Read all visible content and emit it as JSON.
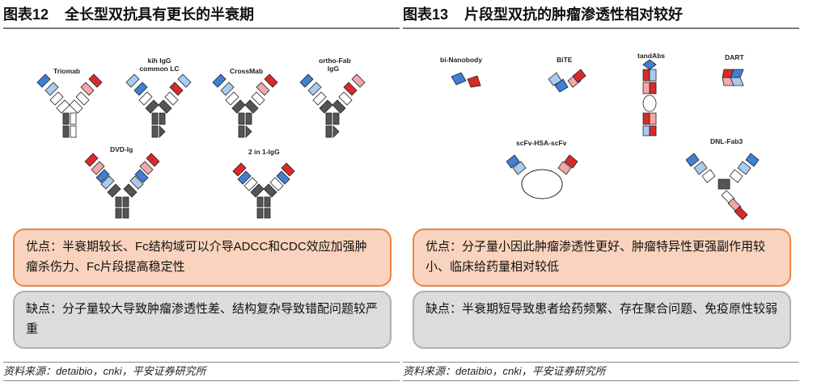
{
  "left": {
    "title_num": "图表12",
    "title_text": "全长型双抗具有更长的半衰期",
    "labels": {
      "triomab": "Triomab",
      "kih_line1": "kih IgG",
      "kih_line2": "common LC",
      "crossmab": "CrossMab",
      "orthofab_line1": "ortho-Fab",
      "orthofab_line2": "IgG",
      "dvdig": "DVD-Ig",
      "twoin1": "2 in 1-IgG"
    },
    "pros": "优点：半衰期较长、Fc结构域可以介导ADCC和CDC效应加强肿瘤杀伤力、Fc片段提高稳定性",
    "cons": "缺点：分子量较大导致肿瘤渗透性差、结构复杂导致错配问题较严重",
    "source": "资料来源：detaibio，cnki，平安证券研究所"
  },
  "right": {
    "title_num": "图表13",
    "title_text": "片段型双抗的肿瘤渗透性相对较好",
    "labels": {
      "binanobody": "bi-Nanobody",
      "bite": "BiTE",
      "tandabs": "tandAbs",
      "dart": "DART",
      "scfv_hsa": "scFv-HSA-scFv",
      "dnl_fab3": "DNL-Fab3"
    },
    "pros": "优点：分子量小因此肿瘤渗透性更好、肿瘤特异性更强副作用较小、临床给药量相对较低",
    "cons": "缺点：半衰期短导致患者给药频繁、存在聚合问题、免疫原性较弱",
    "source": "资料来源：detaibio，cnki，平安证券研究所"
  },
  "colors": {
    "blue": "#3f7fd4",
    "light_blue": "#a8cbef",
    "red": "#d92a2a",
    "pink": "#f2a8aa",
    "gray": "#555555",
    "pros_fill": "#f9d3bd",
    "pros_border": "#e98642",
    "cons_fill": "#dcdcdc"
  }
}
